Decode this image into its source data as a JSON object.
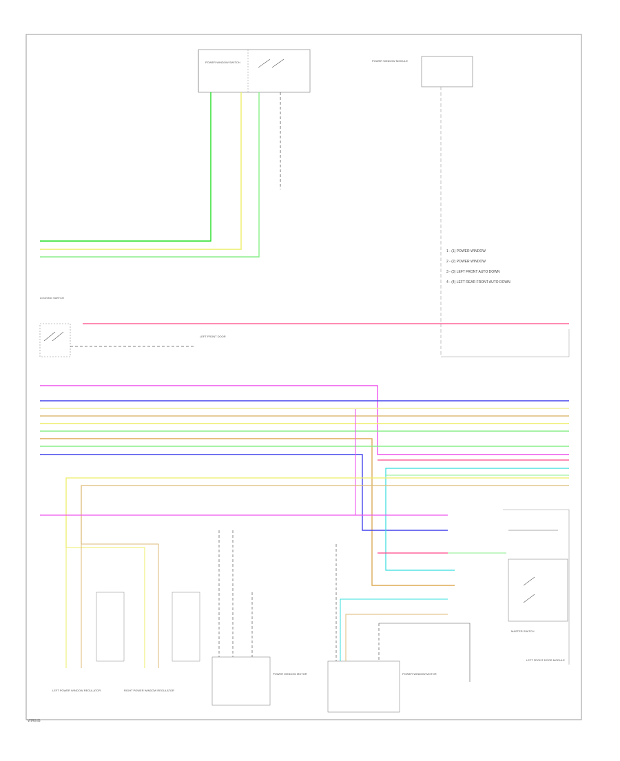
{
  "legend": {
    "items": [
      "1 - (1) POWER WINDOW",
      "2 - (2) POWER WINDOW",
      "3 - (3) LEFT FRONT AUTO DOWN",
      "4 - (4) LEFT REAR FRONT AUTO DOWN"
    ]
  },
  "components": {
    "top_switch": "POWER WINDOW SWITCH",
    "top_right_module": "POWER WINDOW MODULE",
    "left_switch": "LOCKING SWITCH",
    "left_front_door": "LEFT FRONT DOOR",
    "bottom_left_1": "LEFT POWER WINDOW REGULATOR",
    "bottom_left_2": "RIGHT POWER WINDOW REGULATOR",
    "bottom_center": "POWER WINDOW MOTOR",
    "bottom_right": "POWER WINDOW MOTOR",
    "right_switch": "MASTER SWITCH",
    "right_door": "LEFT FRONT DOOR MODULE"
  },
  "colors": {
    "green": "#22dd22",
    "yellow": "#eeee66",
    "pink": "#ff44aa",
    "magenta": "#ee55ee",
    "blue": "#4444ee",
    "cyan": "#33dddd",
    "lightgreen": "#88ee88",
    "tan": "#ddbb77",
    "orange": "#ddaa55",
    "pastelyellow": "#eeee99"
  },
  "footer": {
    "label": "WIRING"
  }
}
